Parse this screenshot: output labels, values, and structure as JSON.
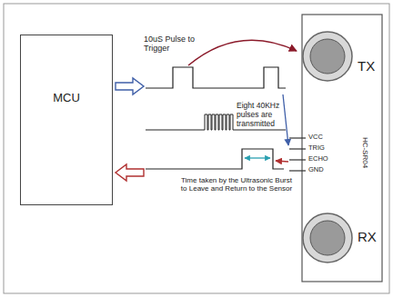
{
  "diagram": {
    "nodes": [
      {
        "text": [
          "MCU"
        ]
      }
    ],
    "labels": [
      "10uS Pulse to Trigger",
      "Eight 40KHz pulses are transmitted",
      "Time taken by the Ultrasonic Burst to Leave and Return to the Sensor",
      "VCC",
      "TRIG",
      "ECHO",
      "GND",
      "HC-SR04",
      "TX",
      "RX"
    ]
  }
}
